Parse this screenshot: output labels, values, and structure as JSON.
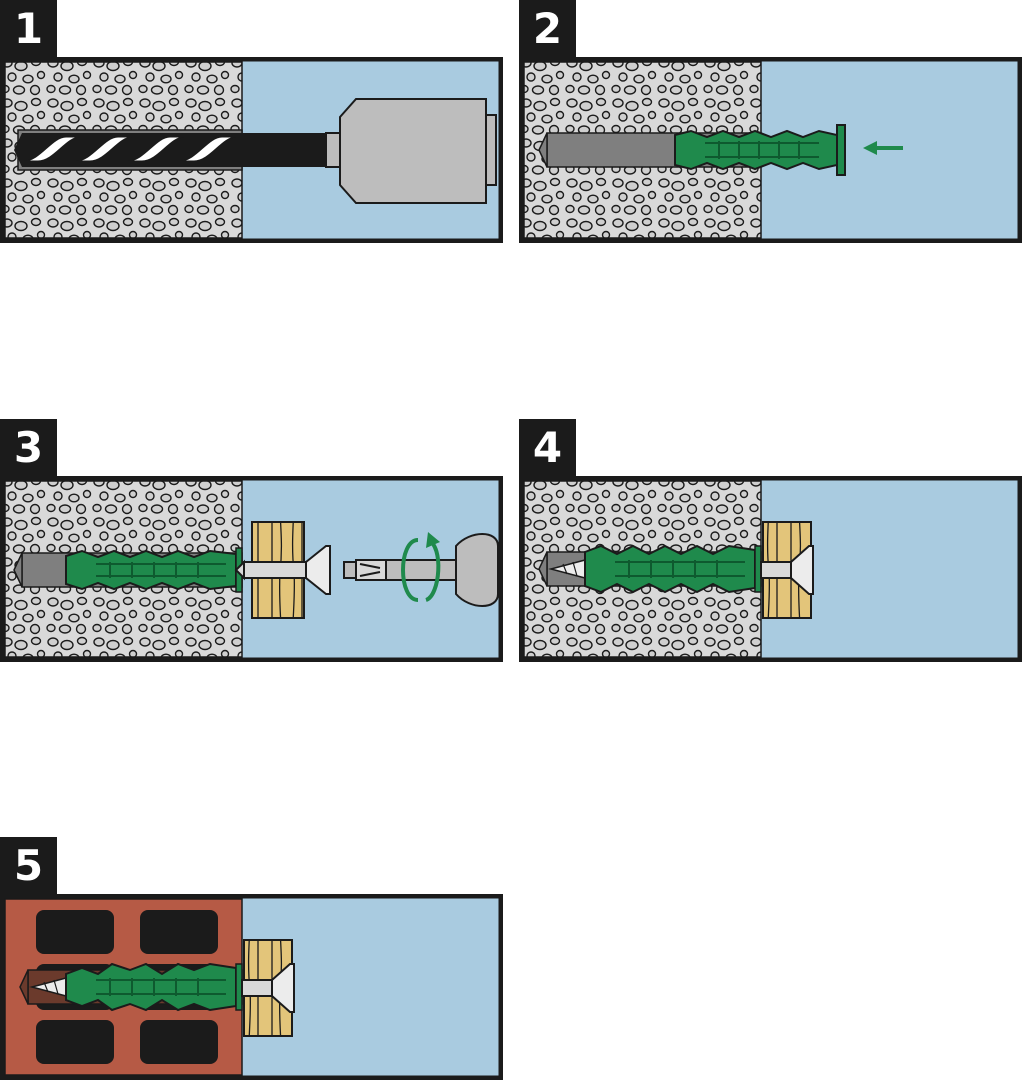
{
  "steps": [
    {
      "number": "1",
      "action": "drill",
      "material": "concrete"
    },
    {
      "number": "2",
      "action": "insert-plug",
      "material": "concrete"
    },
    {
      "number": "3",
      "action": "drive-screw",
      "material": "concrete"
    },
    {
      "number": "4",
      "action": "fixed",
      "material": "concrete"
    },
    {
      "number": "5",
      "action": "fixed",
      "material": "hollow-brick"
    }
  ],
  "colors": {
    "outline": "#1b1b1b",
    "concrete": "#d9d9d9",
    "air": "#a9cbe0",
    "plug": "#1f8a4c",
    "plug_dark": "#0e5a2f",
    "wood": "#e3c57a",
    "brick": "#b65a45",
    "steel": "#bdbdbd",
    "hole": "#7f7f7f"
  }
}
